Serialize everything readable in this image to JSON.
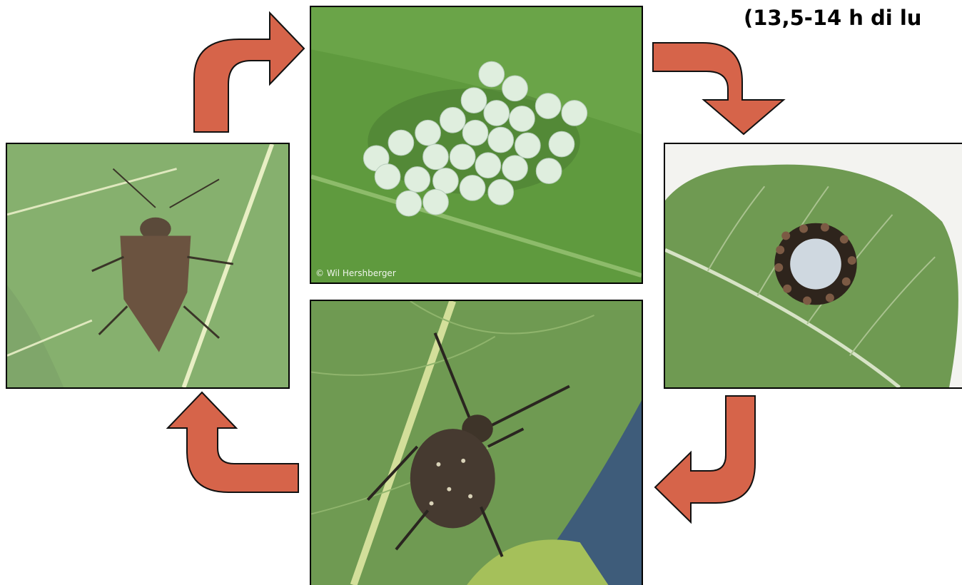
{
  "heading": {
    "text": "(13,5-14 h di lu"
  },
  "photos": {
    "adult": {
      "icon": "adult-stink-bug-photo"
    },
    "eggs": {
      "icon": "egg-cluster-photo",
      "credit": "© Wil Hershberger"
    },
    "first_nymphs": {
      "icon": "first-instar-nymphs-photo"
    },
    "nymph": {
      "icon": "late-instar-nymph-photo"
    }
  },
  "colors": {
    "arrow": "#d6644a",
    "arrow_outline": "#111111",
    "leaf": "#6f9a52"
  },
  "arrows": [
    "adult-to-eggs-arrow",
    "eggs-to-nymphs-arrow",
    "nymphs-to-nymph-arrow",
    "nymph-to-adult-arrow"
  ]
}
